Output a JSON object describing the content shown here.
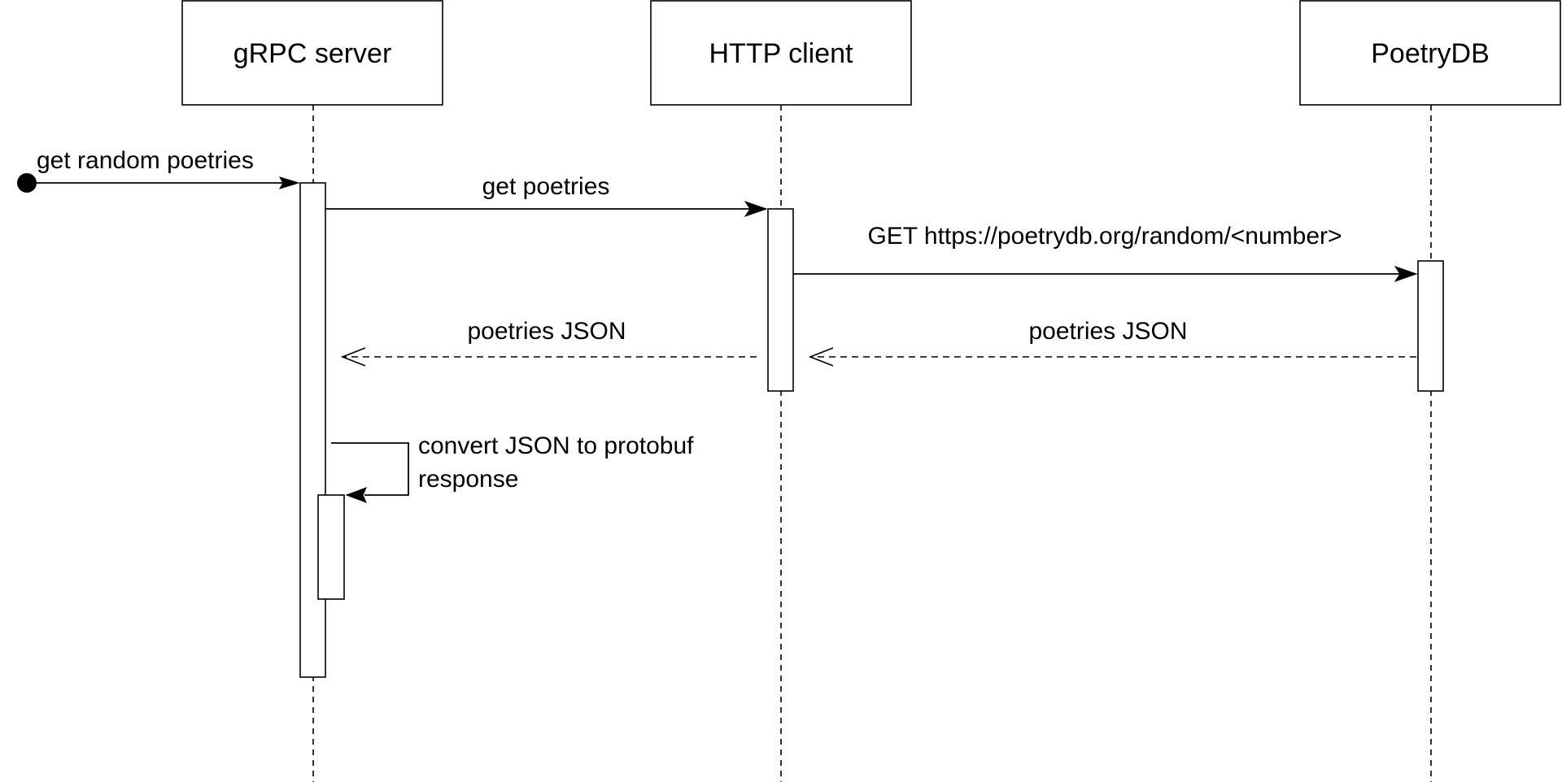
{
  "participants": {
    "grpc_server": "gRPC server",
    "http_client": "HTTP client",
    "poetrydb": "PoetryDB"
  },
  "messages": {
    "found_call": "get random poetries",
    "get_poetries": "get poetries",
    "http_get": "GET https://poetrydb.org/random/<number>",
    "return_to_client": "poetries JSON",
    "return_to_server": "poetries JSON",
    "self_call_line1": "convert JSON to protobuf",
    "self_call_line2": "response"
  }
}
